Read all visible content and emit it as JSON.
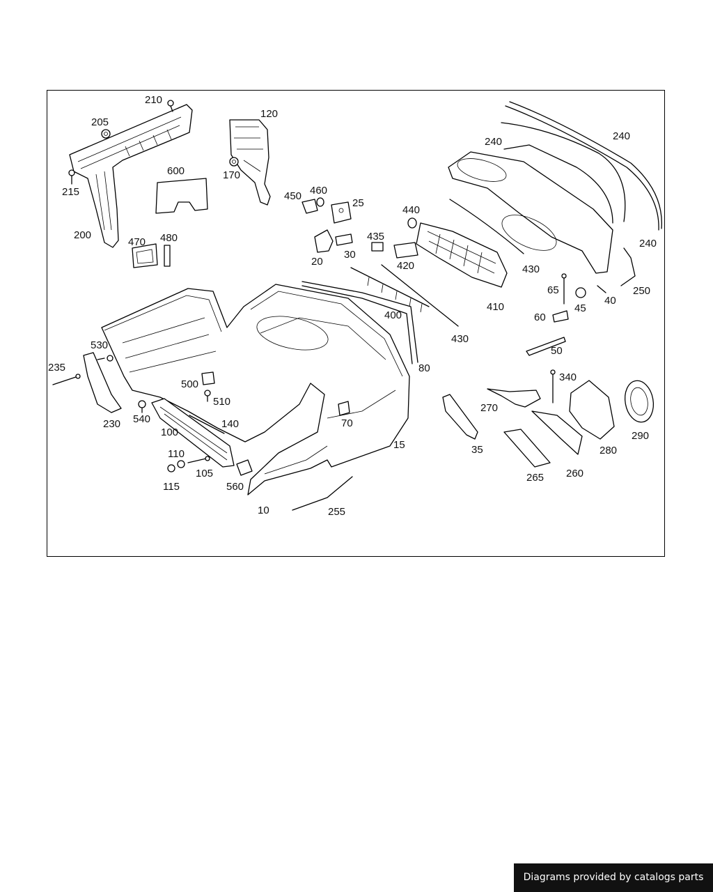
{
  "diagram": {
    "callouts": {
      "c210": "210",
      "c205": "205",
      "c215": "215",
      "c200": "200",
      "c120": "120",
      "c170": "170",
      "c600": "600",
      "c470": "470",
      "c480": "480",
      "c450": "450",
      "c460": "460",
      "c25": "25",
      "c20": "20",
      "c30": "30",
      "c435": "435",
      "c420": "420",
      "c440": "440",
      "c400": "400",
      "c430a": "430",
      "c430b": "430",
      "c410": "410",
      "c240a": "240",
      "c240b": "240",
      "c240c": "240",
      "c65": "65",
      "c45": "45",
      "c40": "40",
      "c250": "250",
      "c60": "60",
      "c50": "50",
      "c80": "80",
      "c530": "530",
      "c235": "235",
      "c230": "230",
      "c540": "540",
      "c500": "500",
      "c510": "510",
      "c100": "100",
      "c140": "140",
      "c70": "70",
      "c15": "15",
      "c110": "110",
      "c105": "105",
      "c115": "115",
      "c560": "560",
      "c10": "10",
      "c255": "255",
      "c35": "35",
      "c340": "340",
      "c270": "270",
      "c280": "280",
      "c290": "290",
      "c265": "265",
      "c260": "260"
    }
  },
  "footer": {
    "credit": "Diagrams provided by catalogs parts"
  }
}
